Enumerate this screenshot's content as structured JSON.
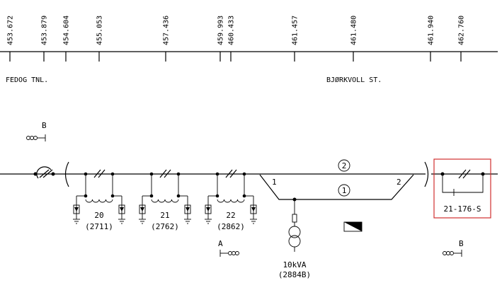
{
  "chainage_labels": [
    "453.672",
    "453.879",
    "454.604",
    "455.053",
    "457.436",
    "459.993",
    "460.433",
    "461.457",
    "461.480",
    "461.940",
    "462.760"
  ],
  "locations": {
    "left": "FEDOG TNL.",
    "station": "BJØRKVOLL ST."
  },
  "signals": {
    "top_left": "B",
    "bottom_middle": "A",
    "bottom_right": "B"
  },
  "transformers": [
    {
      "number": "20",
      "id": "(2711)"
    },
    {
      "number": "21",
      "id": "(2762)"
    },
    {
      "number": "22",
      "id": "(2862)"
    }
  ],
  "tracks": {
    "main": "2",
    "siding": "1",
    "switch_left": "1",
    "switch_right": "2"
  },
  "supply": {
    "rating": "10kVA",
    "id": "(2884B)"
  },
  "highlight": {
    "label": "21-176-S",
    "color": "#d03030"
  }
}
